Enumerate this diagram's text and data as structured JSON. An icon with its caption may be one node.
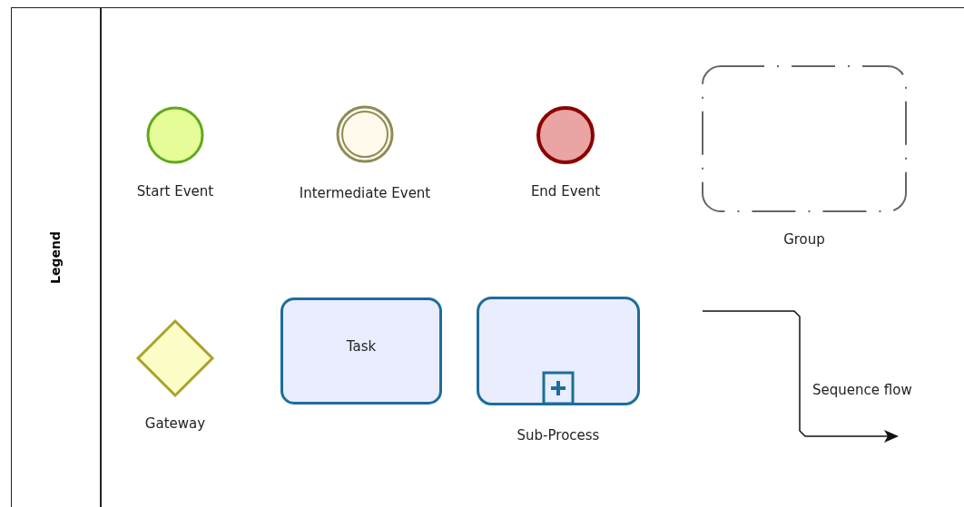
{
  "diagram": {
    "nodes": [
      {
        "text": [
          "Legend"
        ]
      },
      {
        "text": [],
        "shape": "circle",
        "beside": [
          "Start Event"
        ],
        "in": 0
      },
      {
        "text": [],
        "shape": "circle",
        "beside": [
          "Intermediate Event"
        ],
        "in": 0
      },
      {
        "text": [],
        "shape": "circle",
        "beside": [
          "End Event"
        ],
        "in": 0
      },
      {
        "text": [],
        "shape": "box",
        "beside": [
          "Group"
        ],
        "in": 0
      },
      {
        "text": [],
        "shape": "diamond",
        "beside": [
          "Gateway"
        ],
        "in": 0
      },
      {
        "text": [
          "Task"
        ],
        "in": 0
      },
      {
        "text": [],
        "shape": "box",
        "beside": [
          "Sub-Process"
        ],
        "in": 0
      }
    ],
    "legend": [
      {
        "text": "Sequence flow"
      }
    ]
  }
}
